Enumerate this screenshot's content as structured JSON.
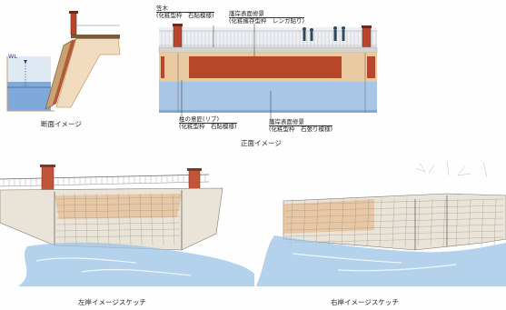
{
  "section_diagram": {
    "caption": "断面イメージ",
    "water_level_label": "WL"
  },
  "elevation_diagram": {
    "caption": "正面イメージ",
    "labels": {
      "coping_title": "笠木",
      "coping_detail": "(化粧型枠　石貼模様)",
      "upper_finish_title": "護岸表面修景",
      "upper_finish_detail": "(化粧擁存型枠　レンガ貼り)",
      "rib_title": "柱の意匠(リブ)",
      "rib_detail": "(化粧型枠　石貼模様)",
      "lower_finish_title": "護岸表面修景",
      "lower_finish_detail": "(化粧型枠　石張り模様)"
    }
  },
  "sketches": {
    "left_caption": "左岸イメージスケッチ",
    "right_caption": "右岸イメージスケッチ"
  },
  "colors": {
    "water": "#7fa9d8",
    "brick": "#b8462b",
    "tan_band": "#e8c9a0",
    "pale_blue_band": "#a9c6e6",
    "stone": "#b8b0a3",
    "sketch_water": "#9cc3e6"
  }
}
